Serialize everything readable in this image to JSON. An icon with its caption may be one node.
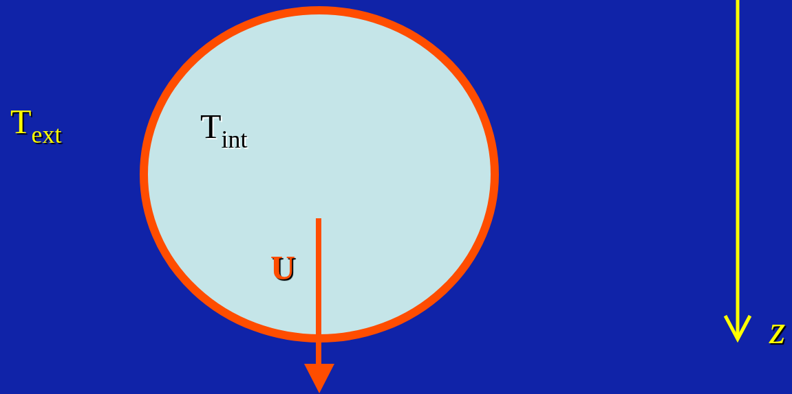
{
  "diagram": {
    "nodes": [
      {
        "text": [
          "T$_{int}$"
        ]
      }
    ],
    "edges": [],
    "labels": [
      "T$_{ext}$",
      "U",
      "z"
    ]
  }
}
